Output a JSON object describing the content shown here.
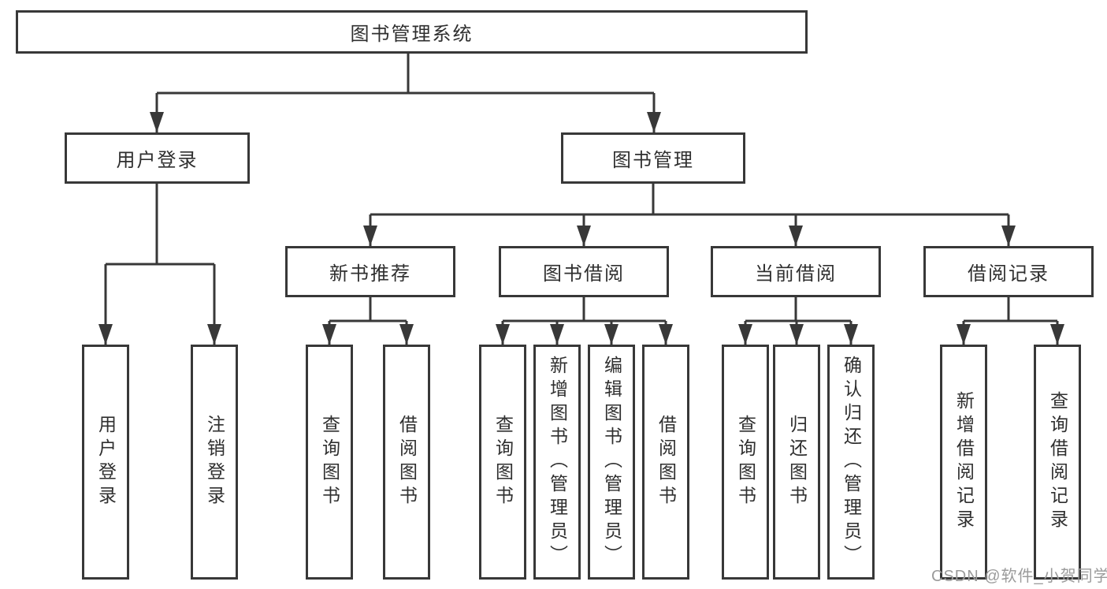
{
  "colors": {
    "background": "#ffffff",
    "line": "#383838",
    "box_border": "#383838",
    "text": "#2f2f2f",
    "watermark": "#9b9b9b"
  },
  "watermark": {
    "text": "CSDN @软件_小贺同学"
  },
  "tree": {
    "root": {
      "label": "图书管理系统"
    },
    "branches": [
      {
        "label": "用户登录",
        "leaves": [
          {
            "label": "用户登录"
          },
          {
            "label": "注销登录"
          }
        ]
      },
      {
        "label": "图书管理",
        "groups": [
          {
            "label": "新书推荐",
            "leaves": [
              {
                "label": "查询图书"
              },
              {
                "label": "借阅图书"
              }
            ]
          },
          {
            "label": "图书借阅",
            "leaves": [
              {
                "label": "查询图书"
              },
              {
                "label": "新增图书（管理员）"
              },
              {
                "label": "编辑图书（管理员）"
              },
              {
                "label": "借阅图书"
              }
            ]
          },
          {
            "label": "当前借阅",
            "leaves": [
              {
                "label": "查询图书"
              },
              {
                "label": "归还图书"
              },
              {
                "label": "确认归还（管理员）"
              }
            ]
          },
          {
            "label": "借阅记录",
            "leaves": [
              {
                "label": "新增借阅记录"
              },
              {
                "label": "查询借阅记录"
              }
            ]
          }
        ]
      }
    ]
  }
}
